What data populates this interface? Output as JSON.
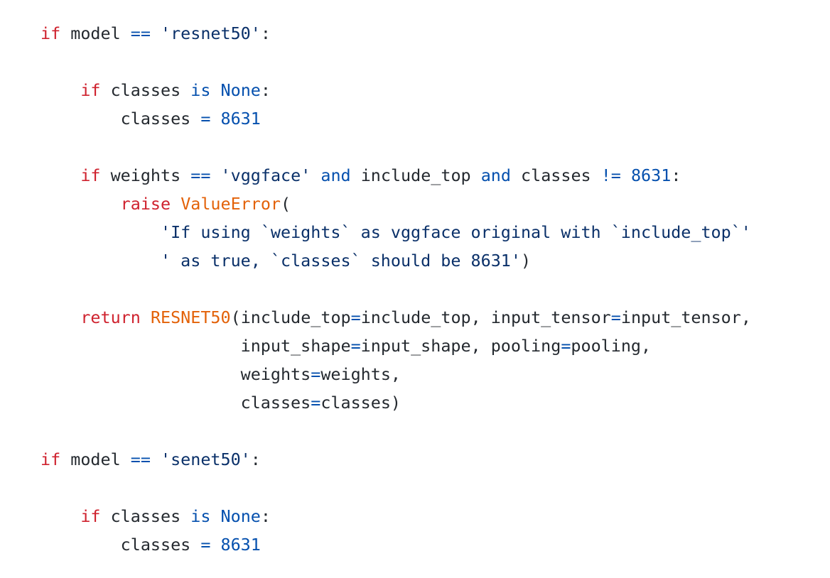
{
  "code": {
    "language": "python",
    "colors": {
      "keyword": "#cf222e",
      "function": "#e36209",
      "operator": "#0550ae",
      "number": "#0550ae",
      "string": "#0a3069",
      "text": "#24292f",
      "background": "#ffffff"
    },
    "lines": [
      [
        {
          "t": "kw",
          "v": "if"
        },
        {
          "t": "name",
          "v": " model "
        },
        {
          "t": "op",
          "v": "=="
        },
        {
          "t": "name",
          "v": " "
        },
        {
          "t": "str",
          "v": "'resnet50'"
        },
        {
          "t": "punc",
          "v": ":"
        }
      ],
      [],
      [
        {
          "t": "name",
          "v": "    "
        },
        {
          "t": "kw",
          "v": "if"
        },
        {
          "t": "name",
          "v": " classes "
        },
        {
          "t": "op",
          "v": "is"
        },
        {
          "t": "name",
          "v": " "
        },
        {
          "t": "num",
          "v": "None"
        },
        {
          "t": "punc",
          "v": ":"
        }
      ],
      [
        {
          "t": "name",
          "v": "        classes "
        },
        {
          "t": "op",
          "v": "="
        },
        {
          "t": "name",
          "v": " "
        },
        {
          "t": "num",
          "v": "8631"
        }
      ],
      [],
      [
        {
          "t": "name",
          "v": "    "
        },
        {
          "t": "kw",
          "v": "if"
        },
        {
          "t": "name",
          "v": " weights "
        },
        {
          "t": "op",
          "v": "=="
        },
        {
          "t": "name",
          "v": " "
        },
        {
          "t": "str",
          "v": "'vggface'"
        },
        {
          "t": "name",
          "v": " "
        },
        {
          "t": "op",
          "v": "and"
        },
        {
          "t": "name",
          "v": " include_top "
        },
        {
          "t": "op",
          "v": "and"
        },
        {
          "t": "name",
          "v": " classes "
        },
        {
          "t": "op",
          "v": "!="
        },
        {
          "t": "name",
          "v": " "
        },
        {
          "t": "num",
          "v": "8631"
        },
        {
          "t": "punc",
          "v": ":"
        }
      ],
      [
        {
          "t": "name",
          "v": "        "
        },
        {
          "t": "kw",
          "v": "raise"
        },
        {
          "t": "name",
          "v": " "
        },
        {
          "t": "fn",
          "v": "ValueError"
        },
        {
          "t": "punc",
          "v": "("
        }
      ],
      [
        {
          "t": "name",
          "v": "            "
        },
        {
          "t": "str",
          "v": "'If using `weights` as vggface original with `include_top`'"
        }
      ],
      [
        {
          "t": "name",
          "v": "            "
        },
        {
          "t": "str",
          "v": "' as true, `classes` should be 8631'"
        },
        {
          "t": "punc",
          "v": ")"
        }
      ],
      [],
      [
        {
          "t": "name",
          "v": "    "
        },
        {
          "t": "kw",
          "v": "return"
        },
        {
          "t": "name",
          "v": " "
        },
        {
          "t": "fn",
          "v": "RESNET50"
        },
        {
          "t": "punc",
          "v": "("
        },
        {
          "t": "name",
          "v": "include_top"
        },
        {
          "t": "op",
          "v": "="
        },
        {
          "t": "name",
          "v": "include_top, input_tensor"
        },
        {
          "t": "op",
          "v": "="
        },
        {
          "t": "name",
          "v": "input_tensor,"
        }
      ],
      [
        {
          "t": "name",
          "v": "                    input_shape"
        },
        {
          "t": "op",
          "v": "="
        },
        {
          "t": "name",
          "v": "input_shape, pooling"
        },
        {
          "t": "op",
          "v": "="
        },
        {
          "t": "name",
          "v": "pooling,"
        }
      ],
      [
        {
          "t": "name",
          "v": "                    weights"
        },
        {
          "t": "op",
          "v": "="
        },
        {
          "t": "name",
          "v": "weights,"
        }
      ],
      [
        {
          "t": "name",
          "v": "                    classes"
        },
        {
          "t": "op",
          "v": "="
        },
        {
          "t": "name",
          "v": "classes"
        },
        {
          "t": "punc",
          "v": ")"
        }
      ],
      [],
      [
        {
          "t": "kw",
          "v": "if"
        },
        {
          "t": "name",
          "v": " model "
        },
        {
          "t": "op",
          "v": "=="
        },
        {
          "t": "name",
          "v": " "
        },
        {
          "t": "str",
          "v": "'senet50'"
        },
        {
          "t": "punc",
          "v": ":"
        }
      ],
      [],
      [
        {
          "t": "name",
          "v": "    "
        },
        {
          "t": "kw",
          "v": "if"
        },
        {
          "t": "name",
          "v": " classes "
        },
        {
          "t": "op",
          "v": "is"
        },
        {
          "t": "name",
          "v": " "
        },
        {
          "t": "num",
          "v": "None"
        },
        {
          "t": "punc",
          "v": ":"
        }
      ],
      [
        {
          "t": "name",
          "v": "        classes "
        },
        {
          "t": "op",
          "v": "="
        },
        {
          "t": "name",
          "v": " "
        },
        {
          "t": "num",
          "v": "8631"
        }
      ]
    ]
  }
}
